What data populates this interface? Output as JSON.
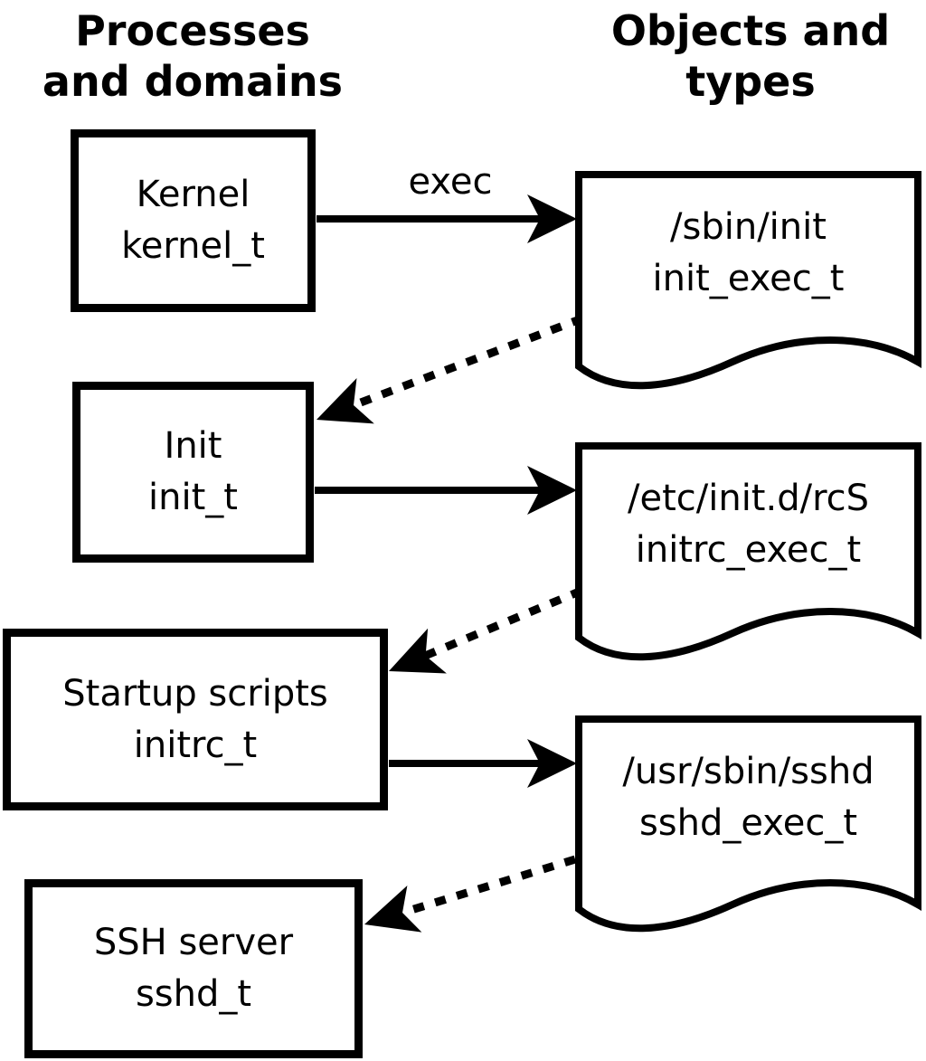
{
  "diagram": {
    "title_context": "SELinux domain transition diagram",
    "headers": {
      "left": {
        "line1": "Processes",
        "line2": "and domains"
      },
      "right": {
        "line1": "Objects and",
        "line2": "types"
      }
    },
    "processes": [
      {
        "name": "Kernel",
        "type": "kernel_t"
      },
      {
        "name": "Init",
        "type": "init_t"
      },
      {
        "name": "Startup scripts",
        "type": "initrc_t"
      },
      {
        "name": "SSH server",
        "type": "sshd_t"
      }
    ],
    "objects": [
      {
        "path": "/sbin/init",
        "type": "init_exec_t"
      },
      {
        "path": "/etc/init.d/rcS",
        "type": "initrc_exec_t"
      },
      {
        "path": "/usr/sbin/sshd",
        "type": "sshd_exec_t"
      }
    ],
    "edge_labels": {
      "exec": "exec"
    },
    "colors": {
      "foreground": "#000000",
      "background": "#ffffff"
    }
  }
}
